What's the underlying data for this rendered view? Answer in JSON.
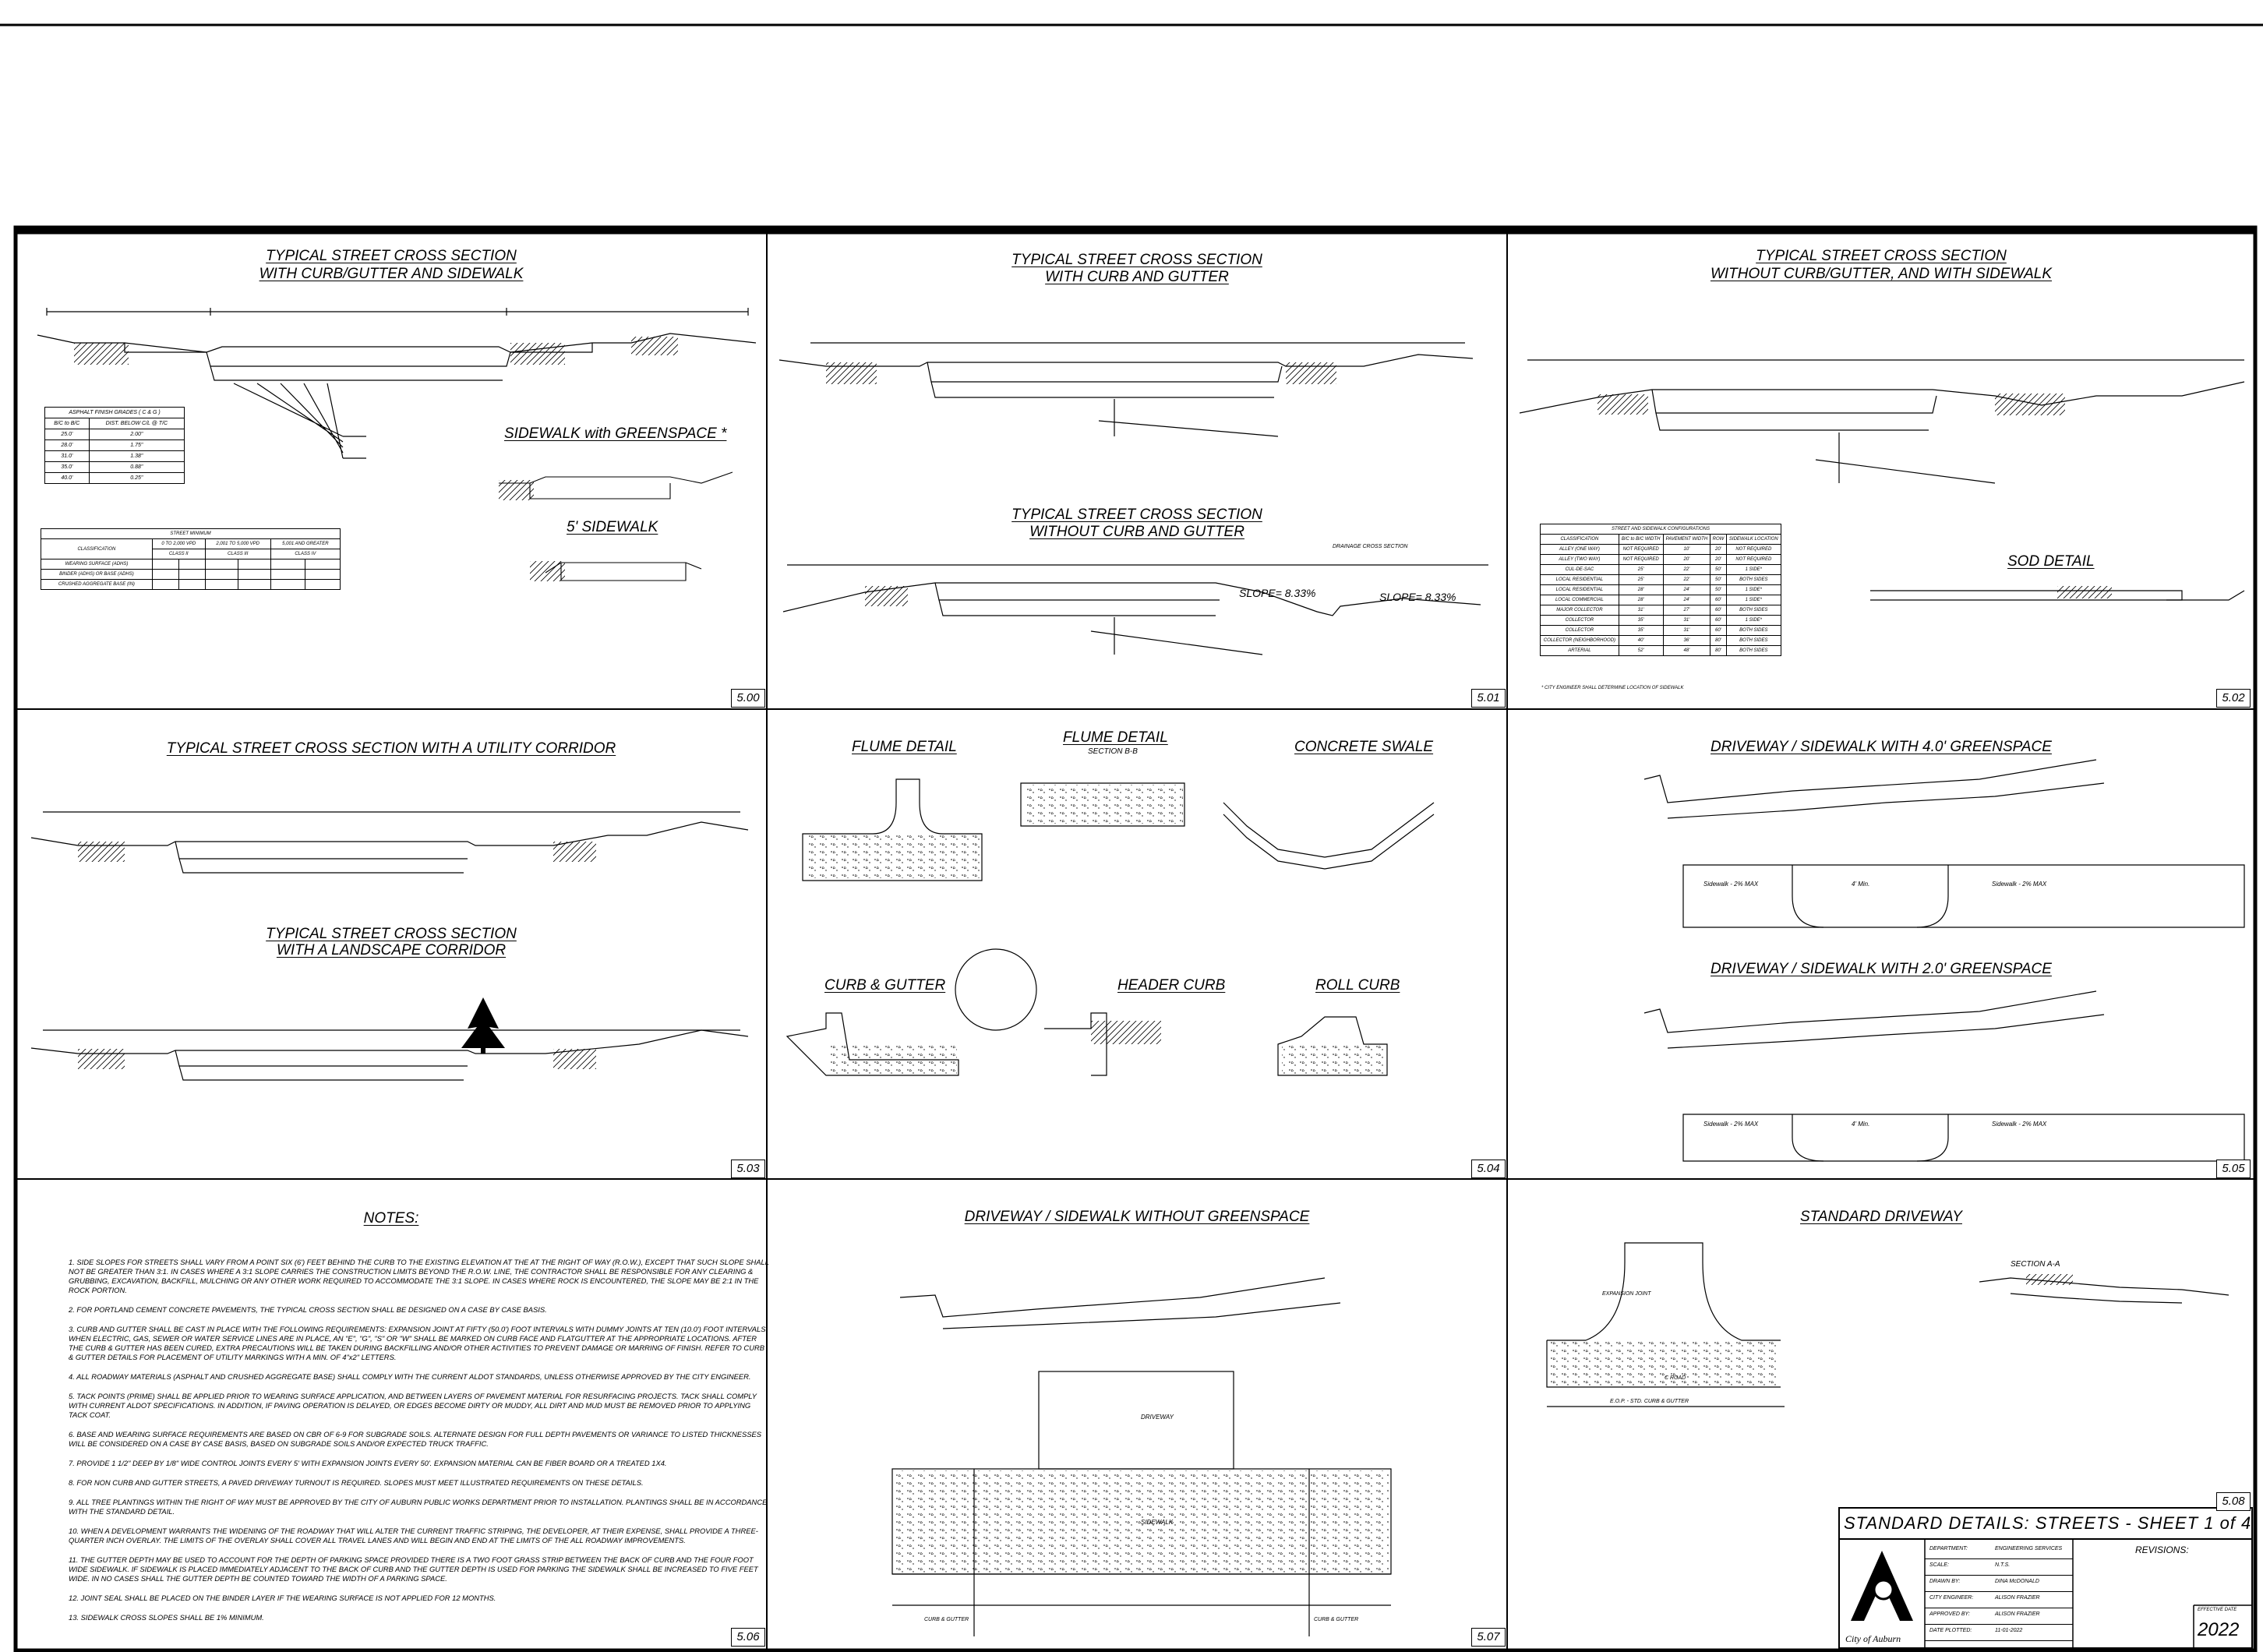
{
  "panels": {
    "p500": {
      "title1": "TYPICAL STREET CROSS SECTION",
      "title2": "WITH CURB/GUTTER AND SIDEWALK",
      "sub_title": "SIDEWALK with GREENSPACE *",
      "sub_title2": "5' SIDEWALK",
      "number": "5.00",
      "finish_table": {
        "header": [
          "ASPHALT FINISH GRADES ( C & G )"
        ],
        "columns": [
          "B/C to B/C",
          "DIST. BELOW C/L @ T/C"
        ],
        "rows": [
          [
            "25.0'",
            "2.00\""
          ],
          [
            "28.0'",
            "1.75\""
          ],
          [
            "31.0'",
            "1.38\""
          ],
          [
            "35.0'",
            "0.88\""
          ],
          [
            "40.0'",
            "0.25\""
          ]
        ]
      },
      "class_table": {
        "header": "STREET MINIMUM",
        "classification": "CLASSIFICATION",
        "groups": [
          "0 TO 2,000 VPD",
          "2,001 TO 5,000 VPD",
          "5,001 AND GREATER"
        ],
        "classes": [
          "CLASS II",
          "CLASS III",
          "CLASS IV"
        ],
        "rows": [
          "WEARING SURFACE (ADHS)",
          "BINDER (ADHS) OR BASE (ADHS)",
          "CRUSHED AGGREGATE BASE (IN)"
        ]
      }
    },
    "p501": {
      "title1": "TYPICAL STREET CROSS SECTION",
      "title2": "WITH CURB AND GUTTER",
      "title3": "TYPICAL STREET CROSS SECTION",
      "title4": "WITHOUT CURB AND GUTTER",
      "number": "5.01",
      "slope_a": "SLOPE= 8.33%",
      "slope_b": "SLOPE= 8.33%",
      "label_ditch": "DRAINAGE CROSS SECTION"
    },
    "p502": {
      "title1": "TYPICAL STREET CROSS SECTION",
      "title2": "WITHOUT CURB/GUTTER, AND WITH SIDEWALK",
      "sub_title": "SOD DETAIL",
      "number": "5.02",
      "config_table": {
        "header": "STREET AND SIDEWALK CONFIGURATIONS",
        "columns": [
          "CLASSIFICATION",
          "B/C to B/C WIDTH",
          "PAVEMENT WIDTH",
          "ROW",
          "SIDEWALK LOCATION"
        ],
        "rows": [
          [
            "ALLEY (ONE WAY)",
            "NOT REQUIRED",
            "10'",
            "20'",
            "NOT REQUIRED"
          ],
          [
            "ALLEY (TWO WAY)",
            "NOT REQUIRED",
            "20'",
            "20'",
            "NOT REQUIRED"
          ],
          [
            "CUL-DE-SAC",
            "25'",
            "22'",
            "50'",
            "1 SIDE*"
          ],
          [
            "LOCAL RESIDENTIAL",
            "25'",
            "22'",
            "50'",
            "BOTH SIDES"
          ],
          [
            "LOCAL RESIDENTIAL",
            "28'",
            "24'",
            "50'",
            "1 SIDE*"
          ],
          [
            "LOCAL COMMERCIAL",
            "28'",
            "24'",
            "60'",
            "1 SIDE*"
          ],
          [
            "MAJOR COLLECTOR",
            "31'",
            "27'",
            "60'",
            "BOTH SIDES"
          ],
          [
            "COLLECTOR",
            "35'",
            "31'",
            "60'",
            "1 SIDE*"
          ],
          [
            "COLLECTOR",
            "35'",
            "31'",
            "60'",
            "BOTH SIDES"
          ],
          [
            "COLLECTOR (NEIGHBORHOOD)",
            "40'",
            "36'",
            "80'",
            "BOTH SIDES"
          ],
          [
            "ARTERIAL",
            "52'",
            "48'",
            "80'",
            "BOTH SIDES"
          ]
        ],
        "footnote": "* CITY ENGINEER SHALL DETERMINE LOCATION OF SIDEWALK"
      }
    },
    "p503": {
      "title1": "TYPICAL STREET CROSS SECTION WITH A UTILITY CORRIDOR",
      "title2": "TYPICAL STREET CROSS SECTION",
      "title3": "WITH A LANDSCAPE CORRIDOR",
      "number": "5.03"
    },
    "p504": {
      "flume": "FLUME DETAIL",
      "flume_bb": "FLUME DETAIL",
      "flume_bb_sub": "SECTION B-B",
      "swale": "CONCRETE SWALE",
      "curb_gutter": "CURB & GUTTER",
      "header_curb": "HEADER CURB",
      "roll_curb": "ROLL CURB",
      "number": "5.04"
    },
    "p505": {
      "title1": "DRIVEWAY / SIDEWALK WITH 4.0' GREENSPACE",
      "title2": "DRIVEWAY / SIDEWALK WITH 2.0' GREENSPACE",
      "number": "5.05",
      "sw_left": "Sidewalk - 2% MAX",
      "sw_right": "Sidewalk - 2% MAX",
      "max4": "4' Min.",
      "sw_left2": "Sidewalk - 2% MAX",
      "sw_right2": "Sidewalk - 2% MAX",
      "max4b": "4' Min."
    },
    "p506": {
      "title": "NOTES:",
      "number": "5.06",
      "notes": [
        "1. SIDE SLOPES FOR STREETS SHALL VARY FROM A POINT SIX (6') FEET BEHIND THE CURB TO THE EXISTING ELEVATION AT THE AT THE RIGHT OF WAY (R.O.W.), EXCEPT THAT SUCH SLOPE SHALL NOT BE GREATER THAN 3:1. IN CASES WHERE A 3:1 SLOPE CARRIES THE CONSTRUCTION LIMITS BEYOND THE R.O.W. LINE, THE CONTRACTOR SHALL BE RESPONSIBLE FOR ANY CLEARING & GRUBBING, EXCAVATION, BACKFILL, MULCHING OR ANY OTHER WORK REQUIRED TO ACCOMMODATE THE 3:1 SLOPE. IN CASES WHERE ROCK IS ENCOUNTERED, THE SLOPE MAY BE 2:1 IN THE ROCK PORTION.",
        "2. FOR PORTLAND CEMENT CONCRETE PAVEMENTS, THE TYPICAL CROSS SECTION SHALL BE DESIGNED ON A CASE BY CASE BASIS.",
        "3. CURB AND GUTTER SHALL BE CAST IN PLACE WITH THE FOLLOWING REQUIREMENTS: EXPANSION JOINT AT FIFTY (50.0') FOOT INTERVALS WITH DUMMY JOINTS AT TEN (10.0') FOOT INTERVALS. WHEN ELECTRIC, GAS, SEWER OR WATER SERVICE LINES ARE IN PLACE, AN \"E\", \"G\", \"S\" OR \"W\" SHALL BE MARKED ON CURB FACE AND FLATGUTTER AT THE APPROPRIATE LOCATIONS. AFTER THE CURB & GUTTER HAS BEEN CURED, EXTRA PRECAUTIONS WILL BE TAKEN DURING BACKFILLING AND/OR OTHER ACTIVITIES TO PREVENT DAMAGE OR MARRING OF FINISH. REFER TO CURB & GUTTER DETAILS FOR PLACEMENT OF UTILITY MARKINGS WITH A MIN. OF 4\"x2\" LETTERS.",
        "4. ALL ROADWAY MATERIALS (ASPHALT AND CRUSHED AGGREGATE BASE) SHALL COMPLY WITH THE CURRENT ALDOT STANDARDS, UNLESS OTHERWISE APPROVED BY THE CITY ENGINEER.",
        "5. TACK POINTS (PRIME) SHALL BE APPLIED PRIOR TO WEARING SURFACE APPLICATION, AND BETWEEN LAYERS OF PAVEMENT MATERIAL FOR RESURFACING PROJECTS. TACK SHALL COMPLY WITH CURRENT ALDOT SPECIFICATIONS. IN ADDITION, IF PAVING OPERATION IS DELAYED, OR EDGES BECOME DIRTY OR MUDDY, ALL DIRT AND MUD MUST BE REMOVED PRIOR TO APPLYING TACK COAT.",
        "6. BASE AND WEARING SURFACE REQUIREMENTS ARE BASED ON CBR OF 6-9 FOR SUBGRADE SOILS. ALTERNATE DESIGN FOR FULL DEPTH PAVEMENTS OR VARIANCE TO LISTED THICKNESSES WILL BE CONSIDERED ON A CASE BY CASE BASIS, BASED ON SUBGRADE SOILS AND/OR EXPECTED TRUCK TRAFFIC.",
        "7. PROVIDE 1 1/2\" DEEP BY 1/8\" WIDE CONTROL JOINTS EVERY 5' WITH EXPANSION JOINTS EVERY 50'. EXPANSION MATERIAL CAN BE FIBER BOARD OR A TREATED 1X4.",
        "8. FOR NON CURB AND GUTTER STREETS, A PAVED DRIVEWAY TURNOUT IS REQUIRED. SLOPES MUST MEET ILLUSTRATED REQUIREMENTS ON THESE DETAILS.",
        "9. ALL TREE PLANTINGS WITHIN THE RIGHT OF WAY MUST BE APPROVED BY THE CITY OF AUBURN PUBLIC WORKS DEPARTMENT PRIOR TO INSTALLATION. PLANTINGS SHALL BE IN ACCORDANCE WITH THE STANDARD DETAIL.",
        "10. WHEN A DEVELOPMENT WARRANTS THE WIDENING OF THE ROADWAY THAT WILL ALTER THE CURRENT TRAFFIC STRIPING, THE DEVELOPER, AT THEIR EXPENSE, SHALL PROVIDE A THREE-QUARTER INCH OVERLAY. THE LIMITS OF THE OVERLAY SHALL COVER ALL TRAVEL LANES AND WILL BEGIN AND END AT THE LIMITS OF THE ALL ROADWAY IMPROVEMENTS.",
        "11. THE GUTTER DEPTH MAY BE USED TO ACCOUNT FOR THE DEPTH OF PARKING SPACE PROVIDED THERE IS A TWO FOOT GRASS STRIP BETWEEN THE BACK OF CURB AND THE FOUR FOOT WIDE SIDEWALK. IF SIDEWALK IS PLACED IMMEDIATELY ADJACENT TO THE BACK OF CURB AND THE GUTTER DEPTH IS USED FOR PARKING THE SIDEWALK SHALL BE INCREASED TO FIVE FEET WIDE. IN NO CASES SHALL THE GUTTER DEPTH BE COUNTED TOWARD THE WIDTH OF A PARKING SPACE.",
        "12. JOINT SEAL SHALL BE PLACED ON THE BINDER LAYER IF THE WEARING SURFACE IS NOT APPLIED FOR 12 MONTHS.",
        "13. SIDEWALK CROSS SLOPES SHALL BE 1% MINIMUM."
      ]
    },
    "p507": {
      "title": "DRIVEWAY / SIDEWALK WITHOUT GREENSPACE",
      "number": "5.07",
      "driveway": "DRIVEWAY",
      "sidewalk": "SIDEWALK",
      "curb_left": "CURB & GUTTER",
      "curb_right": "CURB & GUTTER"
    },
    "p508": {
      "title": "STANDARD DRIVEWAY",
      "section": "SECTION A-A",
      "number": "5.08",
      "road": "C ROAD",
      "expansion": "EXPANSION JOINT",
      "edge": "E.O.P. - STD. CURB & GUTTER"
    }
  },
  "title_block": {
    "title": "STANDARD DETAILS: STREETS - SHEET 1 of 4",
    "revisions": "REVISIONS:",
    "org": "City of Auburn",
    "rows": [
      {
        "label": "DEPARTMENT:",
        "value": "ENGINEERING SERVICES"
      },
      {
        "label": "SCALE:",
        "value": "N.T.S."
      },
      {
        "label": "DRAWN BY:",
        "value": "DINA McDONALD"
      },
      {
        "label": "CITY ENGINEER:",
        "value": "ALISON FRAZIER"
      },
      {
        "label": "APPROVED BY:",
        "value": "ALISON FRAZIER"
      },
      {
        "label": "DATE PLOTTED:",
        "value": "11-01-2022"
      }
    ],
    "effective": "EFFECTIVE DATE",
    "year": "2022"
  }
}
